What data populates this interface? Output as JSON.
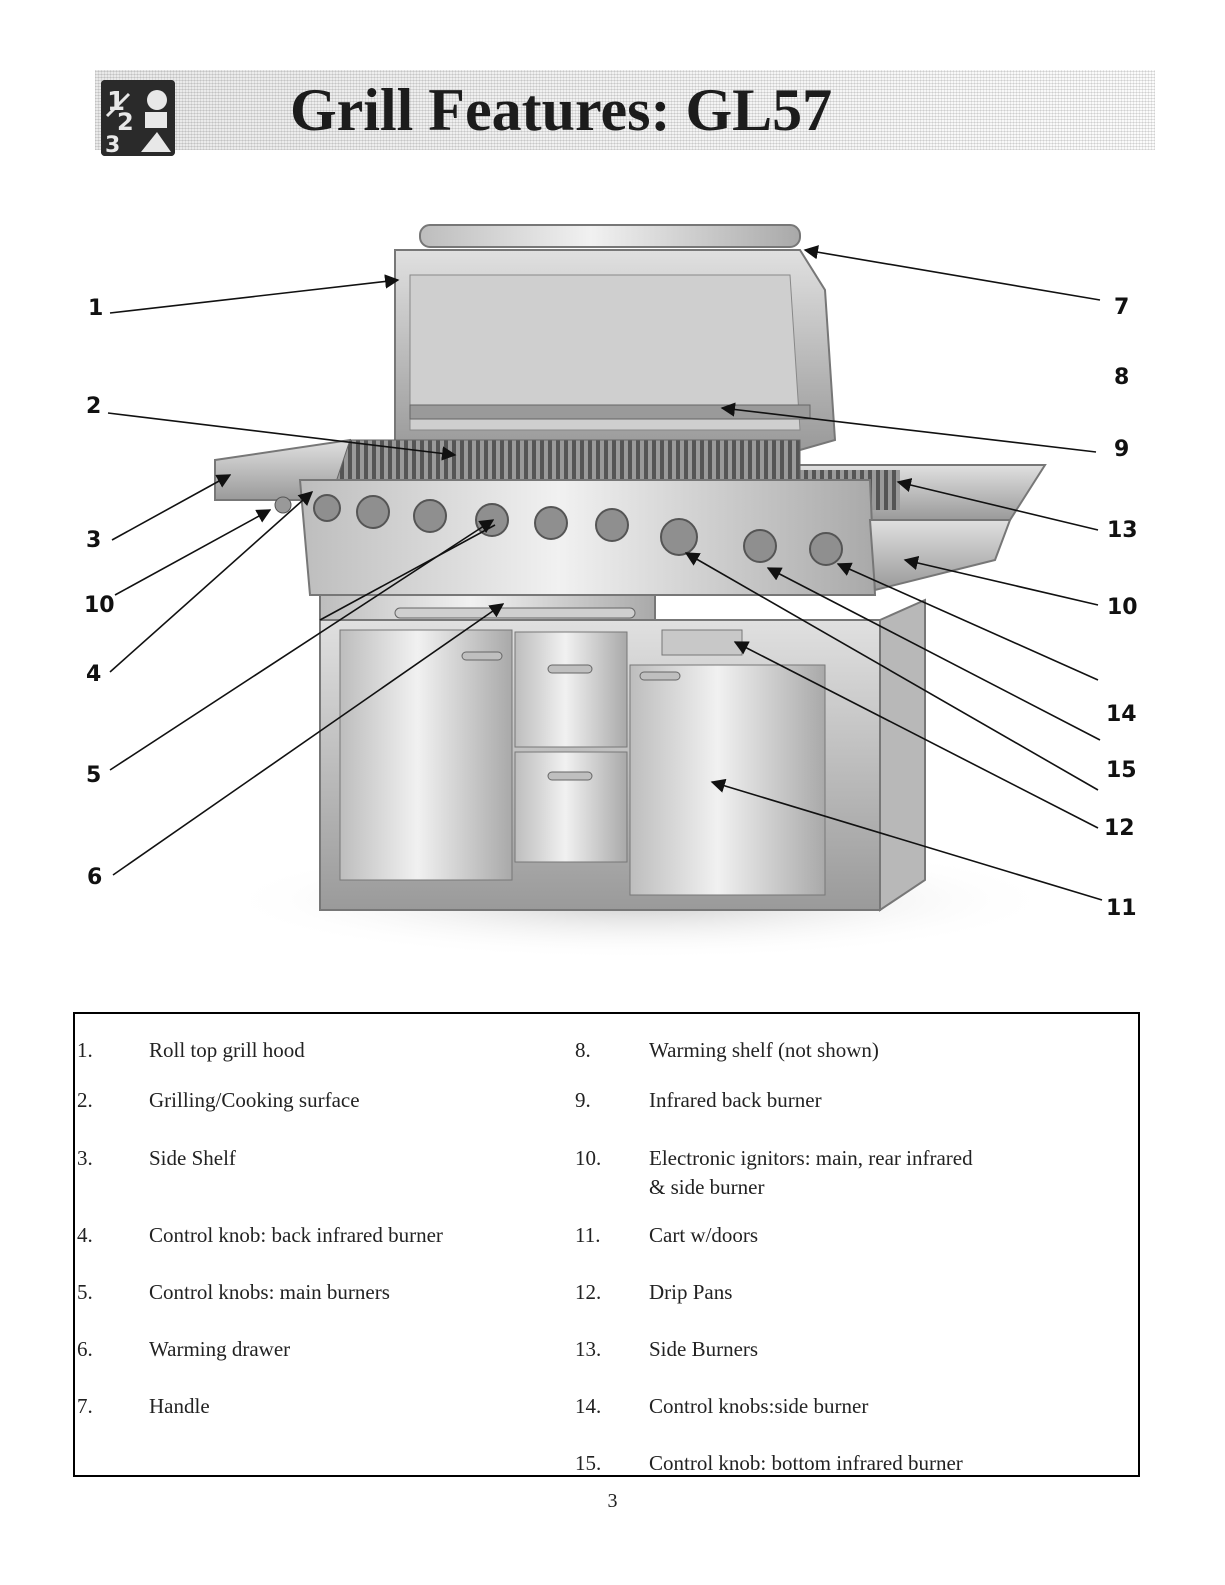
{
  "header": {
    "title": "Grill Features: GL57",
    "logo_icon": "steps-1-2-3-icon"
  },
  "diagram": {
    "image_icon": "bbq-grill-illustration",
    "callouts": {
      "c1": "1",
      "c2": "2",
      "c3": "3",
      "c10a": "10",
      "c4": "4",
      "c5": "5",
      "c6": "6",
      "c7": "7",
      "c8": "8",
      "c9": "9",
      "c13": "13",
      "c10b": "10",
      "c14": "14",
      "c15": "15",
      "c12": "12",
      "c11": "11"
    }
  },
  "legend": {
    "items": [
      {
        "num": "1.",
        "text": "Roll top grill hood"
      },
      {
        "num": "2.",
        "text": "Grilling/Cooking surface"
      },
      {
        "num": "3.",
        "text": "Side Shelf"
      },
      {
        "num": "4.",
        "text": "Control knob: back infrared burner"
      },
      {
        "num": "5.",
        "text": "Control knobs: main burners"
      },
      {
        "num": "6.",
        "text": "Warming drawer"
      },
      {
        "num": "7.",
        "text": "Handle"
      },
      {
        "num": "8.",
        "text": "Warming shelf (not shown)"
      },
      {
        "num": "9.",
        "text": "Infrared back burner"
      },
      {
        "num": "10.",
        "text": "Electronic ignitors: main, rear infrared",
        "text2": "& side burner"
      },
      {
        "num": "11.",
        "text": "Cart w/doors"
      },
      {
        "num": "12.",
        "text": "Drip Pans"
      },
      {
        "num": "13.",
        "text": "Side Burners"
      },
      {
        "num": "14.",
        "text": "Control knobs:side burner"
      },
      {
        "num": "15.",
        "text": "Control knob: bottom infrared burner"
      }
    ]
  },
  "footer": {
    "page_number": "3"
  }
}
